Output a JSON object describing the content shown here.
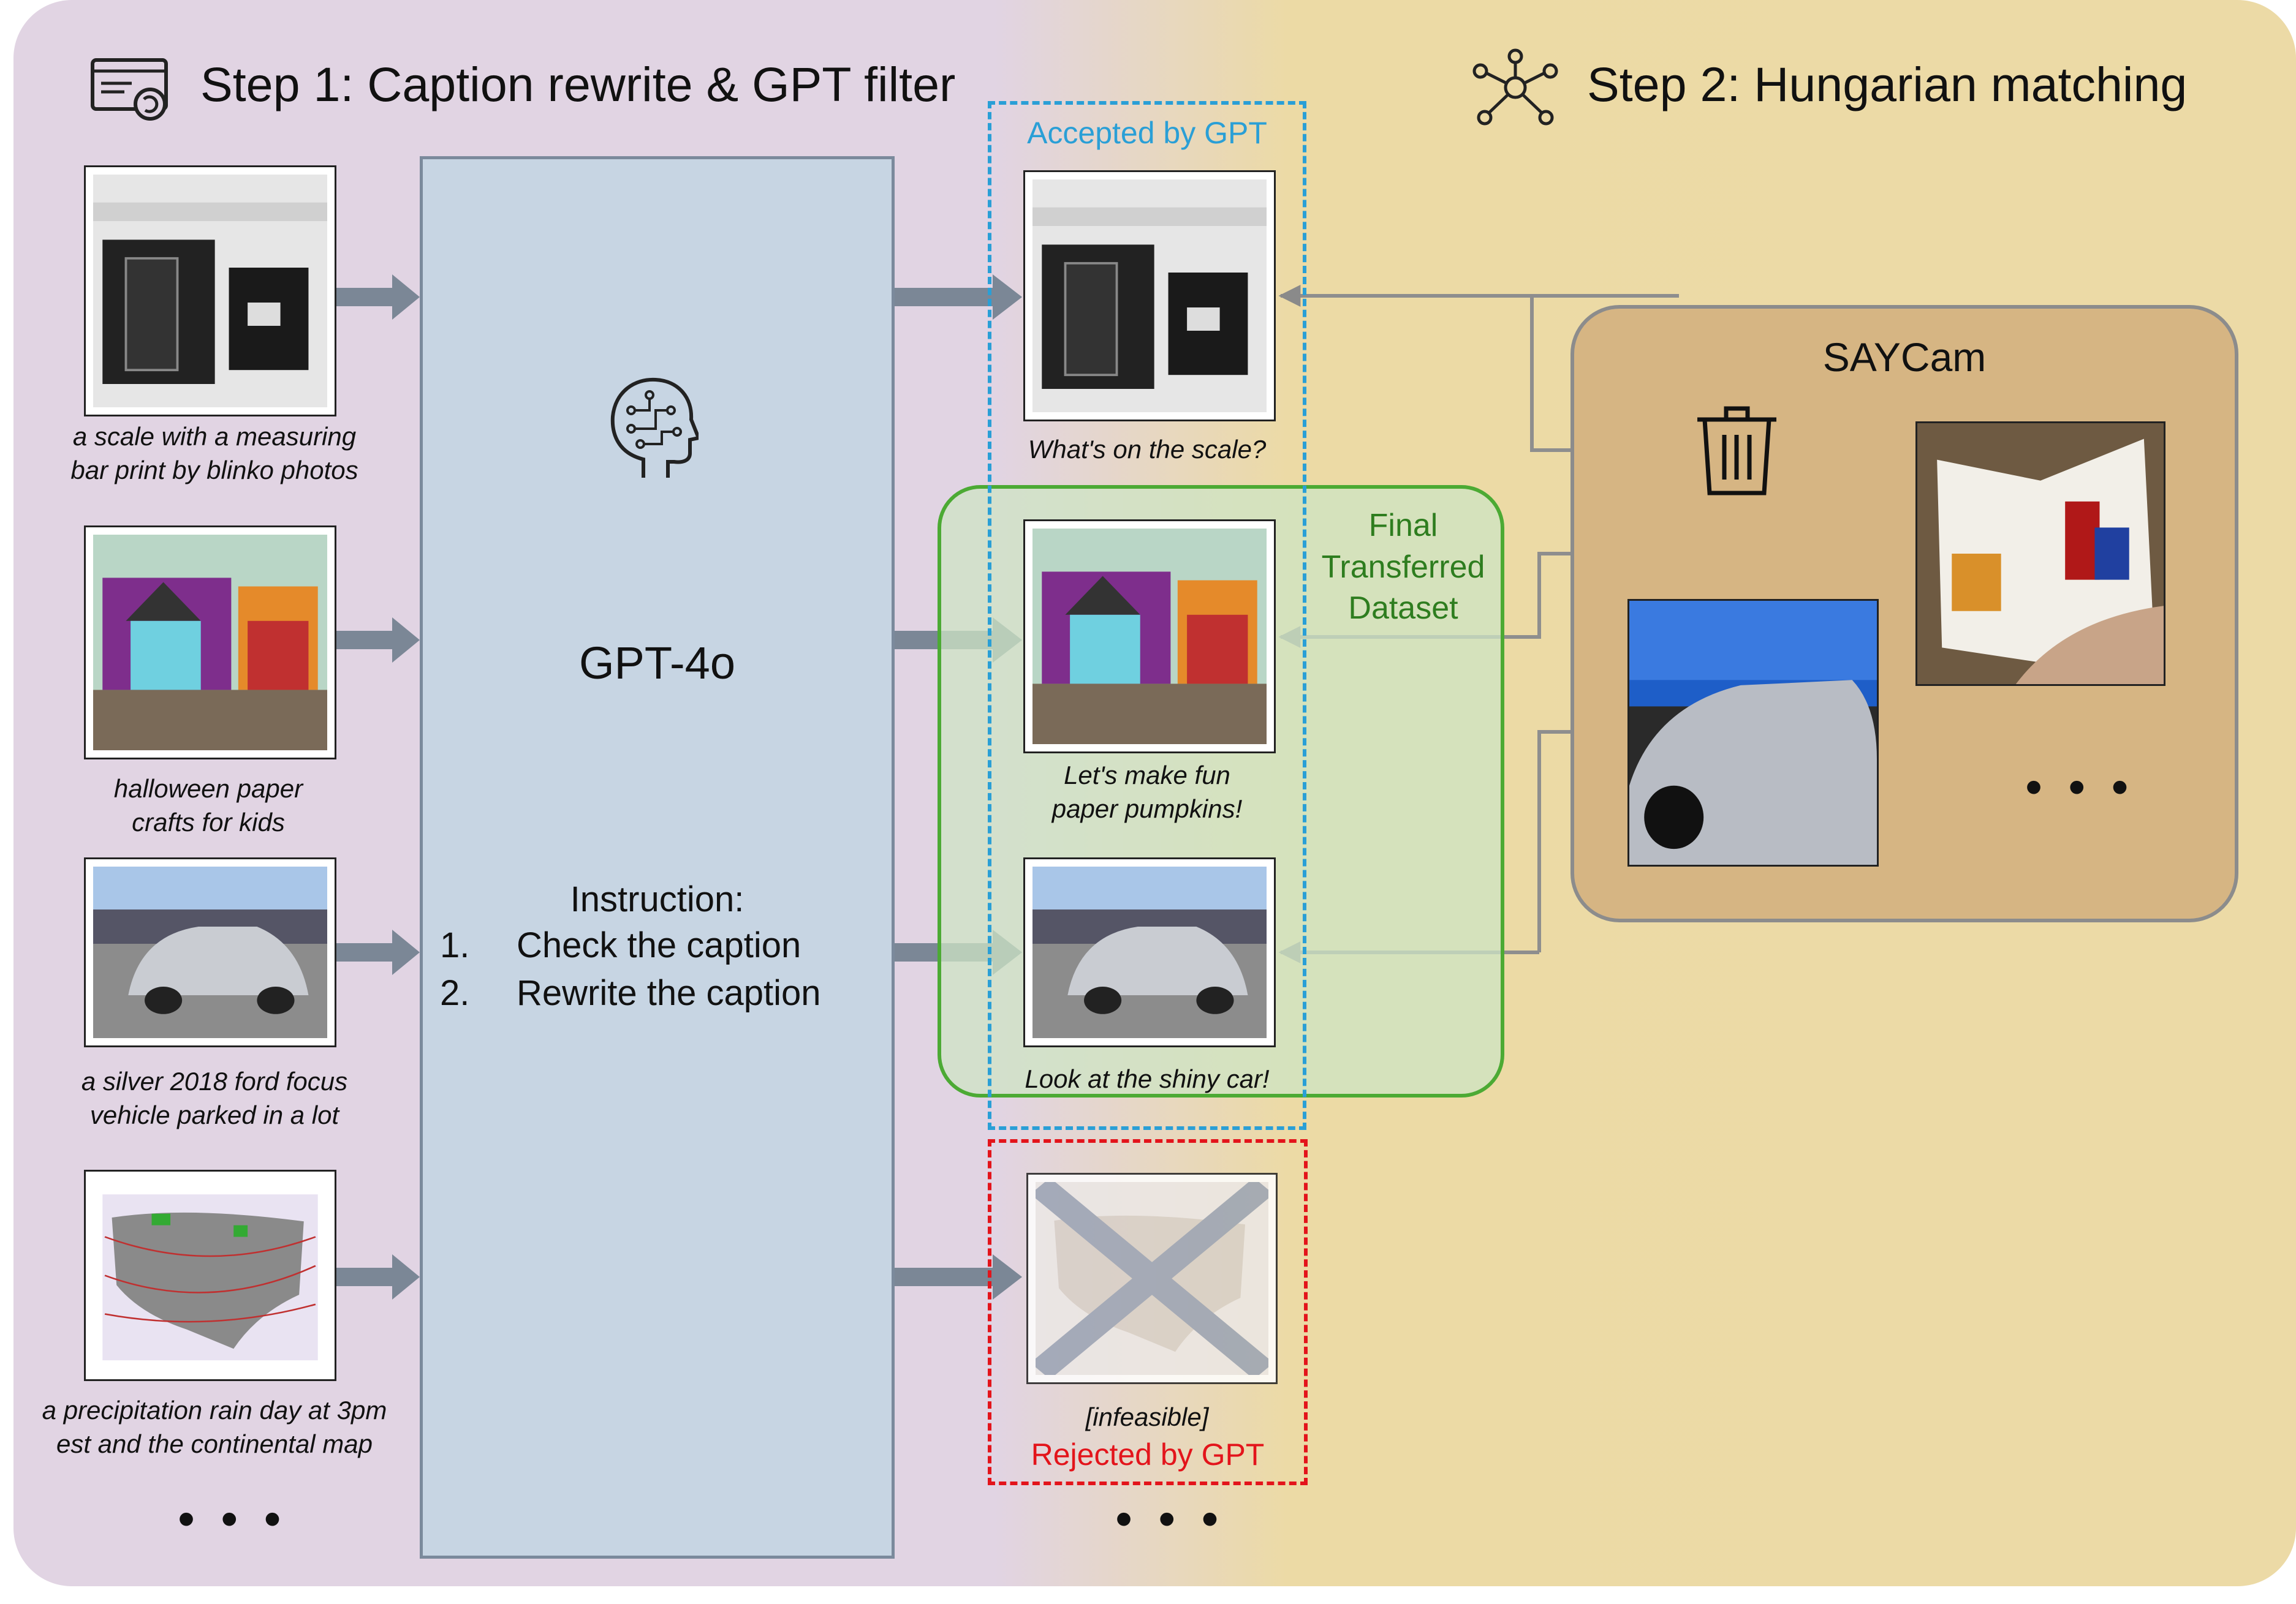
{
  "step1": {
    "title": "Step 1: Caption rewrite  & GPT filter"
  },
  "step2": {
    "title": "Step 2: Hungarian matching"
  },
  "gpt": {
    "model": "GPT-4o",
    "instruction_title": "Instruction:",
    "instructions": [
      {
        "num": "1.",
        "text": "Check the caption"
      },
      {
        "num": "2.",
        "text": "Rewrite the caption"
      }
    ]
  },
  "inputs": [
    {
      "caption_lines": [
        "a scale with a measuring",
        "bar print by blinko photos"
      ]
    },
    {
      "caption_lines": [
        "halloween paper",
        "crafts for kids"
      ]
    },
    {
      "caption_lines": [
        "a silver 2018 ford focus",
        "vehicle parked in a lot"
      ]
    },
    {
      "caption_lines": [
        "a precipitation rain day at 3pm",
        "est and the continental map"
      ]
    }
  ],
  "outputs": [
    {
      "caption_lines": [
        "What's on the scale?"
      ]
    },
    {
      "caption_lines": [
        "Let's make fun",
        "paper pumpkins!"
      ]
    },
    {
      "caption_lines": [
        "Look at the shiny car!"
      ]
    },
    {
      "caption_lines": [
        "[infeasible]"
      ]
    }
  ],
  "accepted_label": "Accepted by GPT",
  "rejected_label": "Rejected by GPT",
  "final_dataset": {
    "lines": [
      "Final",
      "Transferred",
      "Dataset"
    ]
  },
  "saycam": {
    "title": "SAYCam"
  },
  "ellipsis": "• • •",
  "colors": {
    "accepted": "#2a9fd6",
    "rejected": "#e3141b",
    "final": "#2e7d1f",
    "gpt_box": "#c7d5e3",
    "saycam_box": "#d6b583",
    "arrow": "#7b8796"
  }
}
